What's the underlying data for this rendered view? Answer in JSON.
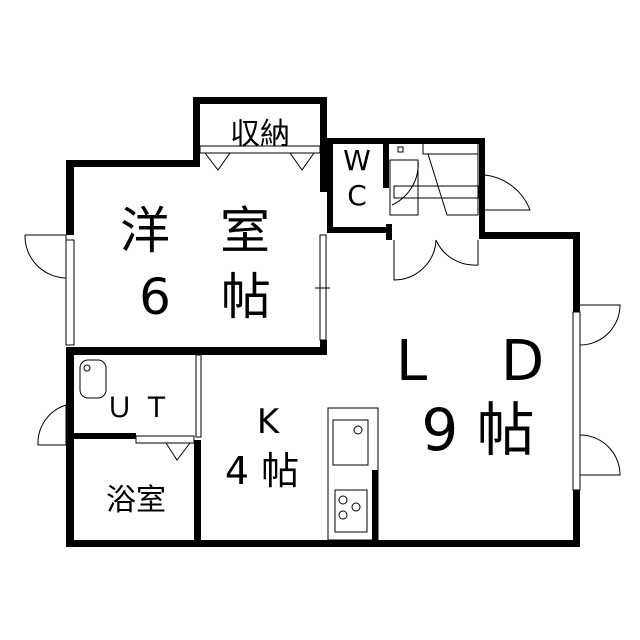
{
  "rooms": {
    "storage": {
      "name": "収納"
    },
    "wc": {
      "line1": "W",
      "line2": "C"
    },
    "western": {
      "name": "洋　室",
      "size": "6　帖"
    },
    "ut": {
      "name": "Ｕ Ｔ"
    },
    "bath": {
      "name": "浴室"
    },
    "kitchen": {
      "name": "K",
      "size": "4 帖"
    },
    "ld": {
      "name": "L　 D",
      "size": "9 帖"
    }
  },
  "colors": {
    "wall": "#000000",
    "background": "#ffffff"
  }
}
